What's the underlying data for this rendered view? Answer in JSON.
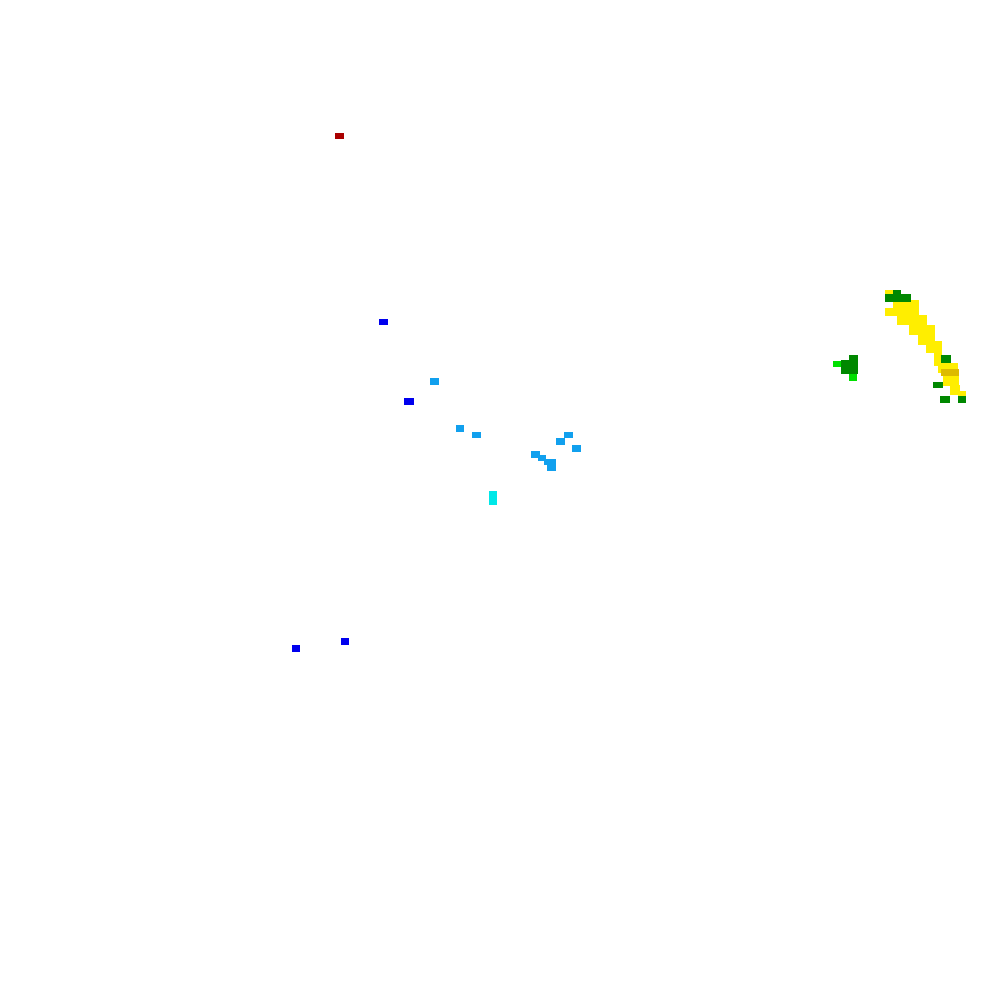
{
  "map": {
    "background_color": "#ffffff",
    "legend_colors": {
      "dark_red": "#aa0000",
      "blue": "#0000ee",
      "light_blue": "#11a0ee",
      "cyan": "#00e8e8",
      "green": "#008800",
      "bright_green": "#00e000",
      "yellow": "#ffee00",
      "gold": "#ddbb00"
    },
    "pixel_clusters": [
      {
        "name": "red-pixel-cluster",
        "color": "dark_red"
      },
      {
        "name": "blue-pixel-cluster-north",
        "color": "blue"
      },
      {
        "name": "blue-pixel-cluster-center",
        "color": "blue"
      },
      {
        "name": "lightblue-pixel-cluster",
        "color": "light_blue"
      },
      {
        "name": "cyan-pixel-cluster",
        "color": "cyan"
      },
      {
        "name": "blue-pixel-cluster-south",
        "color": "blue"
      },
      {
        "name": "green-pixel-cluster-west",
        "color": "green"
      },
      {
        "name": "yellow-pixel-band-east",
        "color": "yellow"
      }
    ]
  }
}
